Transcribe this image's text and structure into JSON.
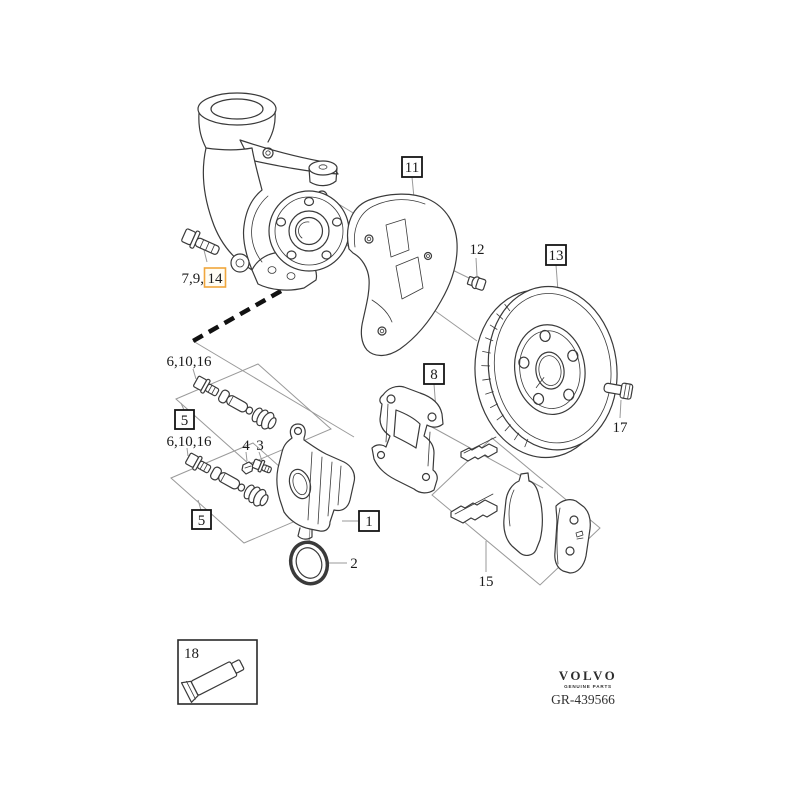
{
  "diagram": {
    "callouts": {
      "caliper": "1",
      "seal": "2",
      "bleed_screw": "3",
      "cap": "4",
      "guide_kit_upper": "5",
      "guide_kit_lower": "5",
      "guide_pins_upper": "6,10,16",
      "guide_pins_lower": "6,10,16",
      "hub_bolt_group": "7,9,",
      "hub_bolt_highlight": "14",
      "bracket": "8",
      "splash_shield": "11",
      "shield_screw": "12",
      "brake_disc": "13",
      "pad_kit": "15",
      "disc_screw": "17",
      "grease": "18"
    },
    "branding": {
      "brand": "VOLVO",
      "tagline": "GENUINE PARTS",
      "drawing_number": "GR-439566"
    },
    "colors": {
      "line": "#3a3a3a",
      "leader": "#9a9a9a",
      "highlight": "#f0a63c",
      "background": "#ffffff"
    }
  }
}
